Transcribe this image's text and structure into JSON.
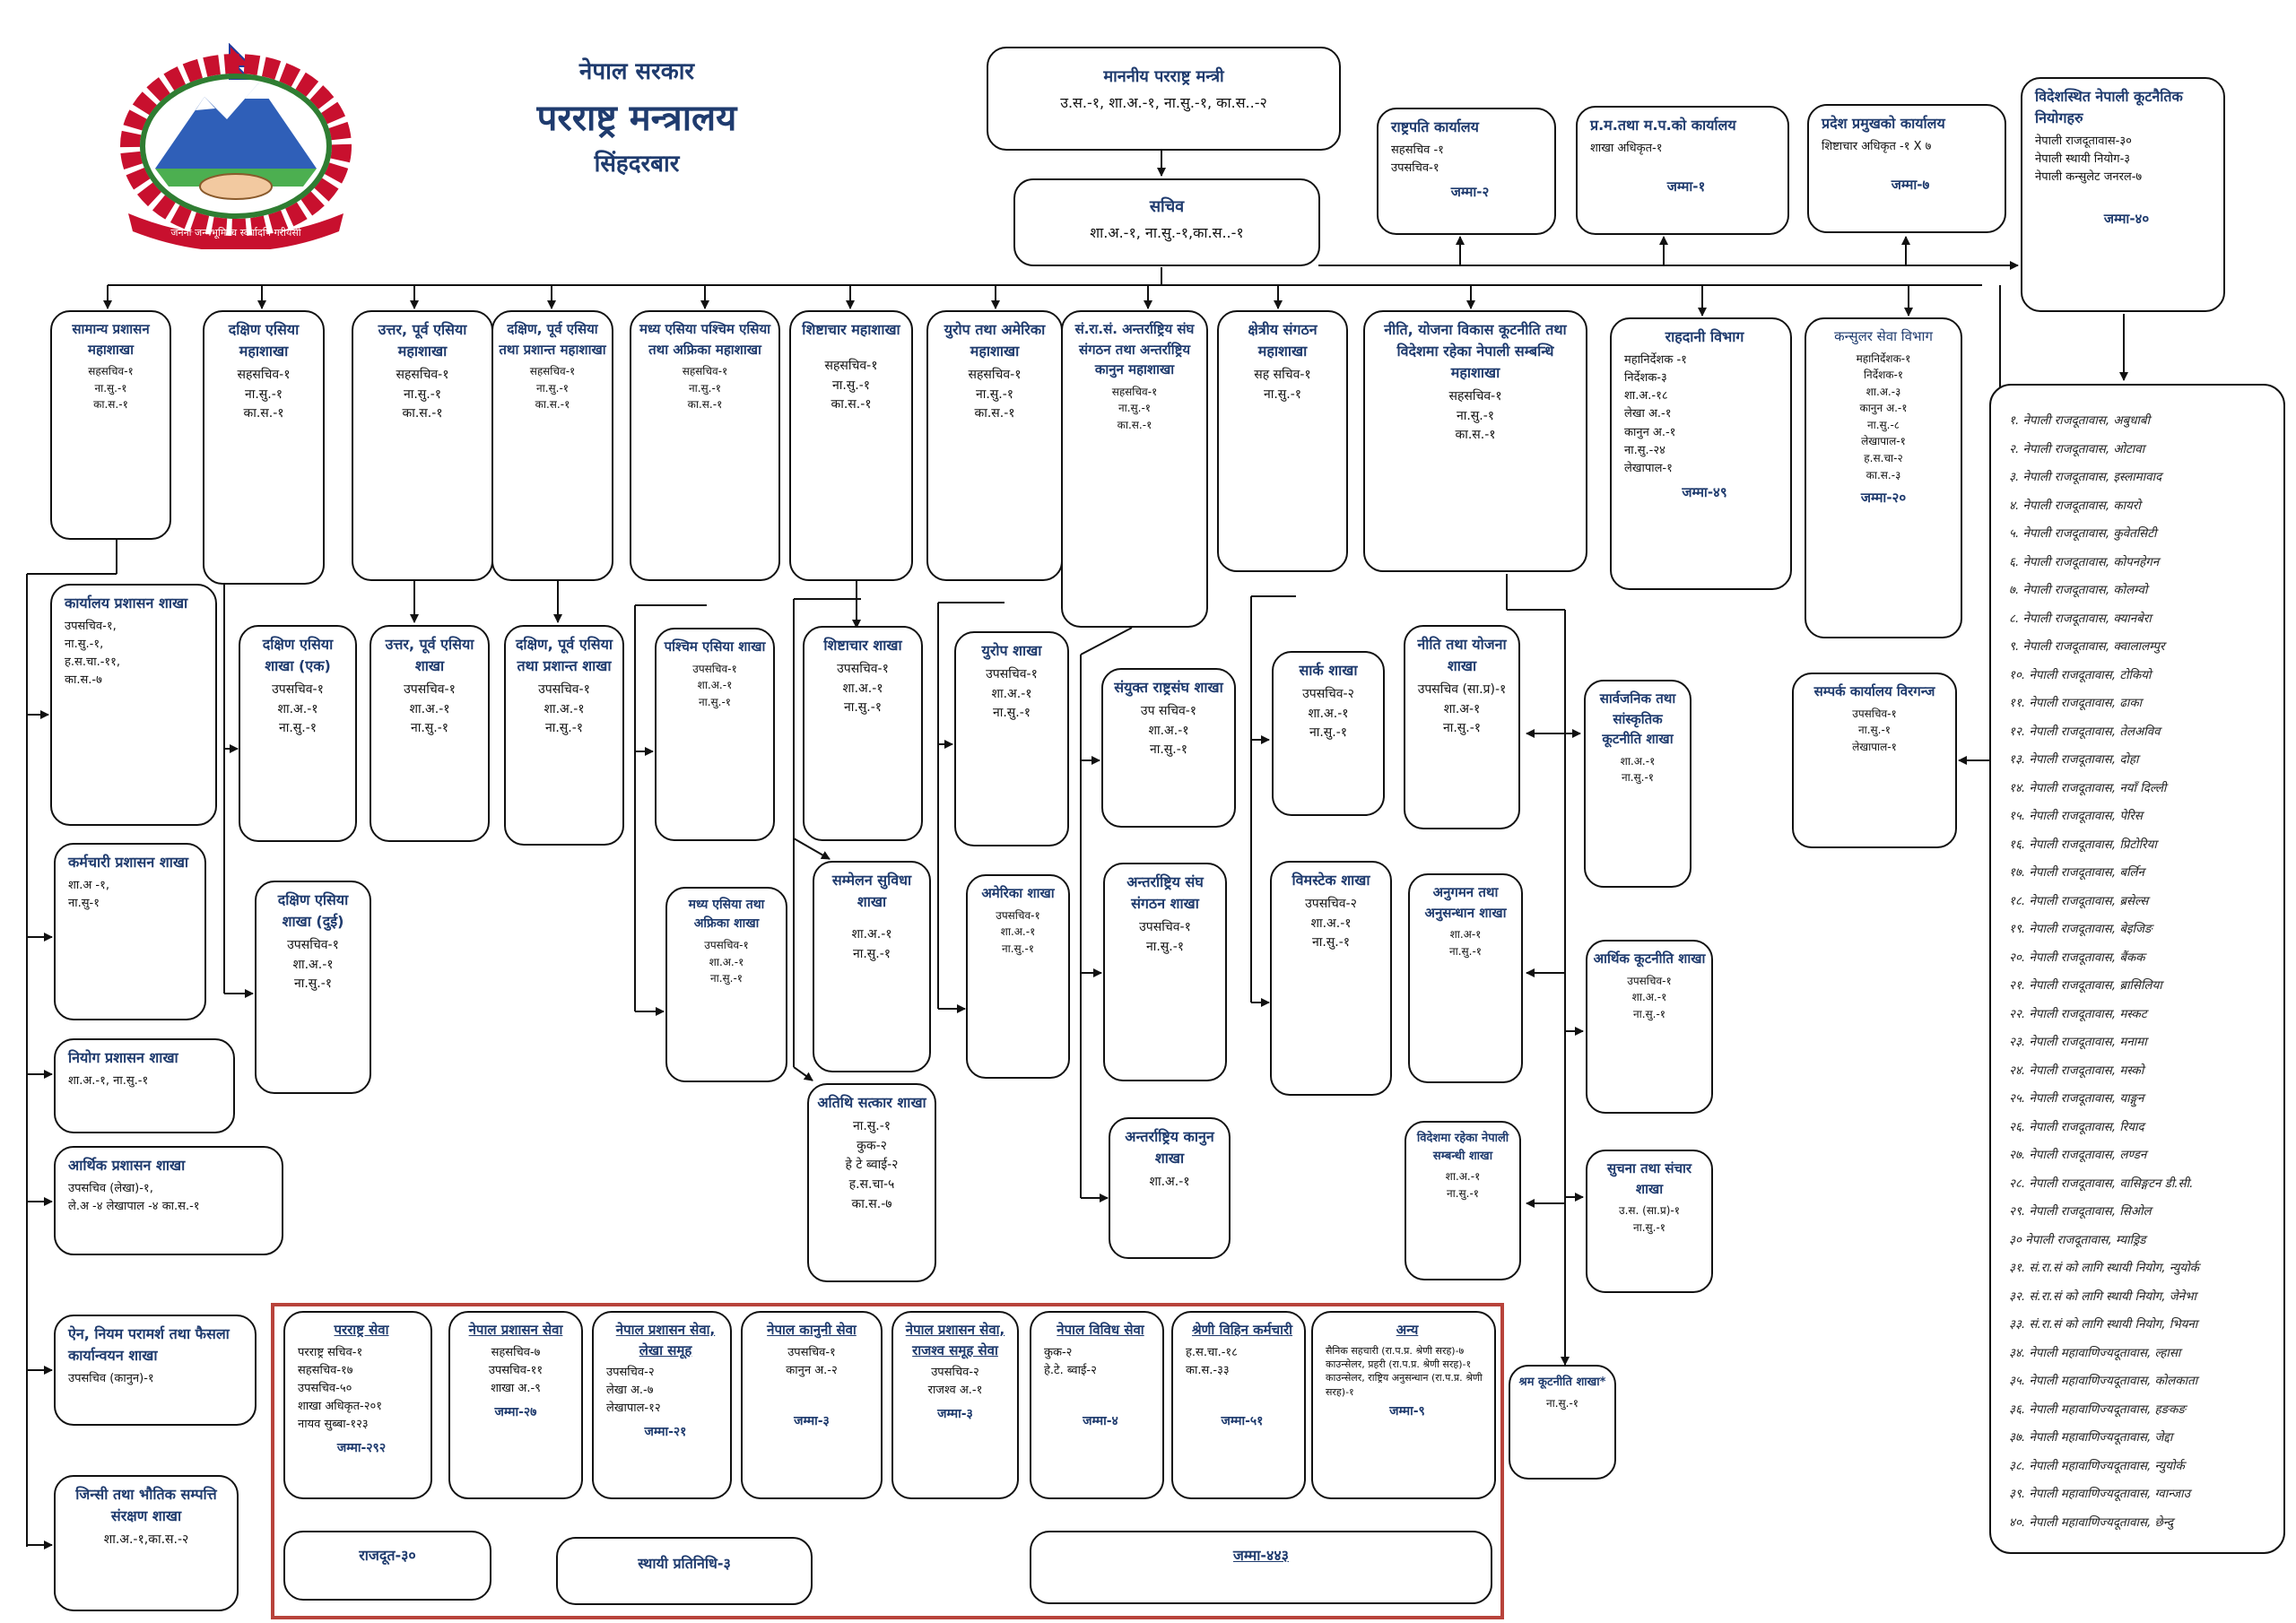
{
  "header": {
    "line1": "नेपाल सरकार",
    "line2": "परराष्ट्र मन्त्रालय",
    "line3": "सिंहदरबार"
  },
  "emblem": {
    "motto": "जननी जन्मभूमिश्च स्वर्गादपि गरीयसी"
  },
  "minister": {
    "title": "माननीय परराष्ट्र मन्त्री",
    "staff": "उ.स.-१, शा.अ.-१, ना.सु.-१, का.स..-२"
  },
  "secretary": {
    "title": "सचिव",
    "staff": "शा.अ.-१, ना.सु.-१,का.स..-१"
  },
  "offices": [
    {
      "title": "राष्ट्रपति कार्यालय",
      "lines": [
        "सहसचिव -१",
        "उपसचिव-१"
      ],
      "total": "जम्मा-२"
    },
    {
      "title": "प्र.म.तथा म.प.को कार्यालय",
      "lines": [
        "शाखा अधिकृत-१"
      ],
      "total": "जम्मा-१"
    },
    {
      "title": "प्रदेश प्रमुखको कार्यालय",
      "lines": [
        "शिष्टाचार अधिकृत -१ X ७"
      ],
      "total": "जम्मा-७"
    }
  ],
  "abroad": {
    "title": "विदेशस्थित नेपाली कूटनैतिक नियोगहरु",
    "lines": [
      "नेपाली राजदूतावास-३०",
      "नेपाली स्थायी नियोग-३",
      "नेपाली कन्सुलेट जनरल-७"
    ],
    "total": "जम्मा-४०"
  },
  "divisions": [
    {
      "title": "सामान्य प्रशासन महाशाखा",
      "lines": [
        "सहसचिव-१",
        "ना.सु.-१",
        "का.स.-१"
      ]
    },
    {
      "title": "दक्षिण एसिया महाशाखा",
      "lines": [
        "सहसचिव-१",
        "ना.सु.-१",
        "का.स.-१"
      ]
    },
    {
      "title": "उत्तर, पूर्व एसिया महाशाखा",
      "lines": [
        "सहसचिव-१",
        "ना.सु.-१",
        "का.स.-१"
      ]
    },
    {
      "title": "दक्षिण, पूर्व एसिया तथा प्रशान्त महाशाखा",
      "lines": [
        "सहसचिव-१",
        "ना.सु.-१",
        "का.स.-१"
      ]
    },
    {
      "title": "मध्य एसिया पश्चिम एसिया तथा अफ्रिका महाशाखा",
      "lines": [
        "सहसचिव-१",
        "ना.सु.-१",
        "का.स.-१"
      ]
    },
    {
      "title": "शिष्टाचार महाशाखा",
      "lines": [
        "सहसचिव-१",
        "ना.सु.-१",
        "का.स.-१"
      ]
    },
    {
      "title": "युरोप तथा अमेरिका महाशाखा",
      "lines": [
        "सहसचिव-१",
        "ना.सु.-१",
        "का.स.-१"
      ]
    },
    {
      "title": "सं.रा.सं. अन्तर्राष्ट्रिय संघ संगठन तथा अन्तर्राष्ट्रिय कानुन महाशाखा",
      "lines": [
        "सहसचिव-१",
        "ना.सु.-१",
        "का.स.-१"
      ]
    },
    {
      "title": "क्षेत्रीय संगठन महाशाखा",
      "lines": [
        "सह सचिव-१",
        "ना.सु.-१"
      ]
    },
    {
      "title": "नीति, योजना विकास कूटनीति तथा विदेशमा रहेका नेपाली सम्बन्धि महाशाखा",
      "lines": [
        "सहसचिव-१",
        "ना.सु.-१",
        "का.स.-१"
      ]
    }
  ],
  "passport": {
    "title": "राहदानी विभाग",
    "lines": [
      "महानिर्देशक -१",
      "निर्देशक-३",
      "शा.अ.-१८",
      "लेखा अ.-१",
      "कानुन अ.-१",
      "ना.सु.-२४",
      "लेखापाल-१"
    ],
    "total": "जम्मा-४९"
  },
  "consular": {
    "title": "कन्सुलर सेवा विभाग",
    "lines": [
      "महानिर्देशक-१",
      "निर्देशक-१",
      "शा.अ.-३",
      "कानुन अ.-१",
      "ना.सु.-८",
      "लेखापाल-१",
      "ह.स.चा-२",
      "का.स.-३"
    ],
    "total": "जम्मा-२०"
  },
  "birgunj": {
    "title": "सम्पर्क कार्यालय विरगन्ज",
    "lines": [
      "उपसचिव-१",
      "ना.सु.-१",
      "लेखापाल-१"
    ]
  },
  "admin_sections": [
    {
      "title": "कार्यालय प्रशासन शाखा",
      "lines": [
        "उपसचिव-१,",
        "ना.सु.-१,",
        "ह.स.चा.-११,",
        "का.स.-७"
      ]
    },
    {
      "title": "कर्मचारी प्रशासन शाखा",
      "lines": [
        "शा.अ -१,",
        "ना.सु-१"
      ]
    },
    {
      "title": "नियोग प्रशासन शाखा",
      "lines": [
        "शा.अ.-१, ना.सु.-१"
      ]
    },
    {
      "title": "आर्थिक प्रशासन शाखा",
      "lines": [
        "उपसचिव (लेखा)-१,",
        "ले.अ -४ लेखापाल -४ का.स.-१"
      ]
    },
    {
      "title": "ऐन, नियम परामर्श तथा फैसला कार्यान्वयन शाखा",
      "lines": [
        "उपसचिव (कानुन)-१"
      ]
    },
    {
      "title": "जिन्सी तथा भौतिक सम्पत्ति संरक्षण शाखा",
      "lines": [
        "शा.अ.-१,का.स.-२"
      ]
    }
  ],
  "sections": {
    "sa1": {
      "title": "दक्षिण एसिया शाखा (एक)",
      "lines": [
        "उपसचिव-१",
        "शा.अ.-१",
        "ना.सु.-१"
      ]
    },
    "sa2": {
      "title": "दक्षिण एसिया शाखा (दुई)",
      "lines": [
        "उपसचिव-१",
        "शा.अ.-१",
        "ना.सु.-१"
      ]
    },
    "ne": {
      "title": "उत्तर, पूर्व एसिया शाखा",
      "lines": [
        "उपसचिव-१",
        "शा.अ.-१",
        "ना.सु.-१"
      ]
    },
    "sep": {
      "title": "दक्षिण, पूर्व एसिया तथा प्रशान्त शाखा",
      "lines": [
        "उपसचिव-१",
        "शा.अ.-१",
        "ना.सु.-१"
      ]
    },
    "wa": {
      "title": "पश्चिम एसिया शाखा",
      "lines": [
        "उपसचिव-१",
        "शा.अ.-१",
        "ना.सु.-१"
      ]
    },
    "ca": {
      "title": "मध्य एसिया तथा अफ्रिका शाखा",
      "lines": [
        "उपसचिव-१",
        "शा.अ.-१",
        "ना.सु.-१"
      ]
    },
    "prot": {
      "title": "शिष्टाचार शाखा",
      "lines": [
        "उपसचिव-१",
        "शा.अ.-१",
        "ना.सु.-१"
      ]
    },
    "conf": {
      "title": "सम्मेलन सुविधा शाखा",
      "lines": [
        "शा.अ.-१",
        "ना.सु.-१"
      ]
    },
    "guest": {
      "title": "अतिथि सत्कार शाखा",
      "lines": [
        "ना.सु.-१",
        "कुक-२",
        "हे टे ब्वाई-२",
        "ह.स.चा-५",
        "का.स.-७"
      ]
    },
    "eu": {
      "title": "युरोप शाखा",
      "lines": [
        "उपसचिव-१",
        "शा.अ.-१",
        "ना.सु.-१"
      ]
    },
    "am": {
      "title": "अमेरिका शाखा",
      "lines": [
        "उपसचिव-१",
        "शा.अ.-१",
        "ना.सु.-१"
      ]
    },
    "un": {
      "title": "संयुक्त राष्ट्रसंघ शाखा",
      "lines": [
        "उप सचिव-१",
        "शा.अ.-१",
        "ना.सु.-१"
      ]
    },
    "io": {
      "title": "अन्तर्राष्ट्रिय संघ संगठन शाखा",
      "lines": [
        "उपसचिव-१",
        "ना.सु.-१"
      ]
    },
    "il": {
      "title": "अन्तर्राष्ट्रिय कानुन शाखा",
      "lines": [
        "शा.अ.-१"
      ]
    },
    "saarc": {
      "title": "सार्क शाखा",
      "lines": [
        "उपसचिव-२",
        "शा.अ.-१",
        "ना.सु.-१"
      ]
    },
    "bim": {
      "title": "विमस्टेक शाखा",
      "lines": [
        "उपसचिव-२",
        "शा.अ.-१",
        "ना.सु.-१"
      ]
    },
    "pol": {
      "title": "नीति तथा योजना शाखा",
      "lines": [
        "उपसचिव (सा.प्र)-१",
        "शा.अ-१",
        "ना.सु.-१"
      ]
    },
    "mon": {
      "title": "अनुगमन तथा अनुसन्धान शाखा",
      "lines": [
        "शा.अ-१",
        "ना.सु.-१"
      ]
    },
    "nrn": {
      "title": "विदेशमा रहेका नेपाली सम्बन्धी शाखा",
      "lines": [
        "शा.अ.-१",
        "ना.सु.-१"
      ]
    },
    "pub": {
      "title": "सार्वजनिक तथा सांस्कृतिक कूटनीति शाखा",
      "lines": [
        "शा.अ.-१",
        "ना.सु.-१"
      ]
    },
    "eco": {
      "title": "आर्थिक कूटनीति शाखा",
      "lines": [
        "उपसचिव-१",
        "शा.अ.-१",
        "ना.सु.-१"
      ]
    },
    "info": {
      "title": "सुचना तथा संचार शाखा",
      "lines": [
        "उ.स. (सा.प्र)-१",
        "ना.सु.-१"
      ]
    },
    "labor": {
      "title": "श्रम कूटनीति शाखा*",
      "lines": [
        "ना.सु.-१"
      ]
    }
  },
  "services": [
    {
      "title": "परराष्ट्र सेवा",
      "lines": [
        "परराष्ट्र सचिव-१",
        "सहसचिव-१७",
        "उपसचिव-५०",
        "शाखा अधिकृत-२०१",
        "नायव सुब्बा-१२३"
      ],
      "total": "जम्मा-२९२"
    },
    {
      "title": "नेपाल प्रशासन सेवा",
      "lines": [
        "सहसचिव-७",
        "उपसचिव-११",
        "शाखा अ.-९"
      ],
      "total": "जम्मा-२७"
    },
    {
      "title": "नेपाल प्रशासन सेवा, लेखा समूह",
      "lines": [
        "उपसचिव-२",
        "लेखा अ.-७",
        "लेखापाल-१२"
      ],
      "total": "जम्मा-२१"
    },
    {
      "title": "नेपाल कानुनी सेवा",
      "lines": [
        "उपसचिव-१",
        "कानुन अ.-२"
      ],
      "total": "जम्मा-३"
    },
    {
      "title": "नेपाल प्रशासन सेवा, राजश्व समूह सेवा",
      "lines": [
        "उपसचिव-२",
        "राजश्व अ.-१"
      ],
      "total": "जम्मा-३"
    },
    {
      "title": "नेपाल विविध सेवा",
      "lines": [
        "कुक-२",
        "हे.टे. ब्वाई-२"
      ],
      "total": "जम्मा-४"
    },
    {
      "title": "श्रेणी विहिन कर्मचारी",
      "lines": [
        "ह.स.चा.-१८",
        "का.स.-३३"
      ],
      "total": "जम्मा-५१"
    },
    {
      "title": "अन्य",
      "lines": [
        "सैनिक सहचारी (रा.प.प्र. श्रेणी सरह)-७",
        "काउन्सेलर, प्रहरी (रा.प.प्र. श्रेणी सरह)-१",
        "काउन्सेलर, राष्ट्रिय अनुसन्धान (रा.प.प्र. श्रेणी सरह)-१"
      ],
      "total": "जम्मा-९"
    }
  ],
  "summary": {
    "ambassadors": "राजदूत-३०",
    "permanent": "स्थायी प्रतिनिधि-३",
    "grand_total": "जम्मा-४४३"
  },
  "embassies": [
    "१. नेपाली राजदूतावास, अबुधाबी",
    "२. नेपाली राजदूतावास, ओटावा",
    "३. नेपाली राजदूतावास, इस्लामावाद",
    "४. नेपाली राजदूतावास, कायरो",
    "५. नेपाली राजदूतावास, कुवेतसिटी",
    "६. नेपाली राजदूतावास, कोपनहेगन",
    "७. नेपाली राजदूतावास, कोलम्वो",
    "८. नेपाली राजदूतावास, क्यानबेरा",
    "९. नेपाली राजदूतावास, क्वालालम्पुर",
    "१०. नेपाली राजदूतावास, टोकियो",
    "११. नेपाली राजदूतावास, ढाका",
    "१२. नेपाली राजदूतावास, तेलअविव",
    "१३. नेपाली राजदूतावास, दोहा",
    "१४. नेपाली राजदूतावास, नयाँ दिल्ली",
    "१५. नेपाली राजदूतावास, पेरिस",
    "१६. नेपाली राजदूतावास, प्रिटोरिया",
    "१७. नेपाली राजदूतावास, बर्लिन",
    "१८. नेपाली राजदूतावास, ब्रसेल्स",
    "१९. नेपाली राजदूतावास, बेइजिङ",
    "२०. नेपाली राजदूतावास, बैंकक",
    "२१. नेपाली राजदूतावास, ब्रासिलिया",
    "२२. नेपाली राजदूतावास, मस्कट",
    "२३. नेपाली राजदूतावास, मनामा",
    "२४. नेपाली राजदूतावास, मस्को",
    "२५. नेपाली राजदूतावास, याङ्गुन",
    "२६. नेपाली राजदूतावास, रियाद",
    "२७. नेपाली राजदूतावास, लण्डन",
    "२८. नेपाली राजदूतावास, वासिङ्गटन डी.सी.",
    "२९. नेपाली राजदूतावास, सिओल",
    "३० नेपाली राजदूतावास, म्याड्रिड",
    "३१. सं.रा.सं को लागि स्थायी नियोग, न्युयोर्क",
    "३२. सं.रा.सं को लागि स्थायी नियोग, जेनेभा",
    "३३. सं.रा.सं को लागि स्थायी नियोग, भियना",
    "३४. नेपाली महावाणिज्यदूतावास, ल्हासा",
    "३५. नेपाली महावाणिज्यदूतावास, कोलकाता",
    "३६. नेपाली महावाणिज्यदूतावास, हङकङ",
    "३७. नेपाली महावाणिज्यदूतावास, जेद्दा",
    "३८. नेपाली महावाणिज्यदूतावास, न्युयोर्क",
    "३९. नेपाली महावाणिज्यदूतावास, ग्वान्जाउ",
    "४०. नेपाली महावाणिज्यदूतावास, छेन्दु"
  ],
  "colors": {
    "title_blue": "#1f3b6e",
    "frame_red": "#b8433b"
  }
}
